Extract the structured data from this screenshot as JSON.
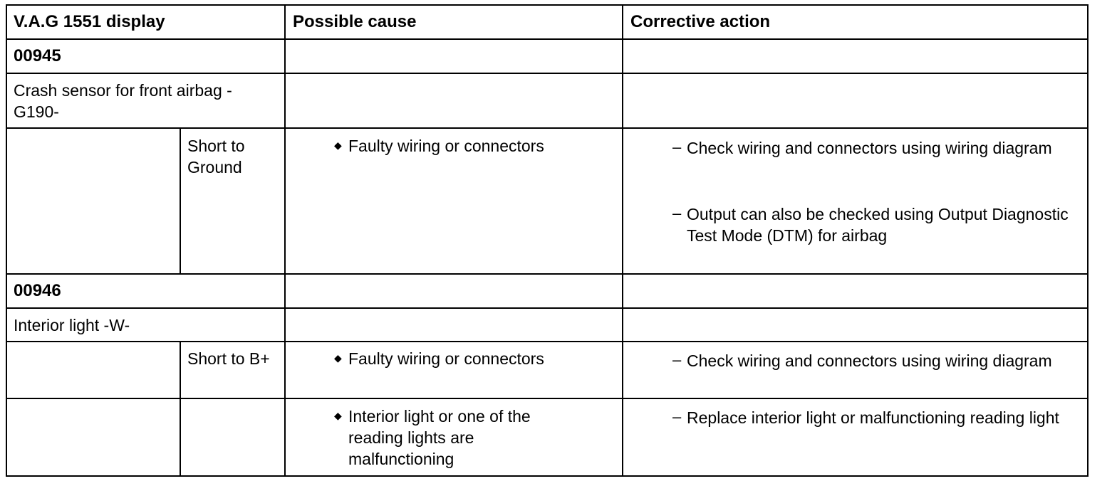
{
  "header": {
    "col1": "V.A.G 1551 display",
    "col2": "Possible cause",
    "col3": "Corrective action"
  },
  "faults": [
    {
      "code": "00945",
      "component": "Crash sensor for front airbag -G190-",
      "rows": [
        {
          "condition": "Short to Ground",
          "cause": "Faulty wiring or connectors",
          "actions": [
            "Check wiring and connectors using wiring diagram",
            "Output can also be checked using Output Diagnostic Test Mode (DTM) for airbag"
          ]
        }
      ]
    },
    {
      "code": "00946",
      "component": "Interior light -W-",
      "rows": [
        {
          "condition": "Short to B+",
          "cause": "Faulty wiring or connectors",
          "actions": [
            "Check wiring and connectors using wiring diagram"
          ]
        },
        {
          "condition": "",
          "cause": "Interior light or one of the reading lights are malfunctioning",
          "actions": [
            "Replace interior light or malfunctioning reading light"
          ]
        }
      ]
    }
  ],
  "icons": {
    "bullet": "diamond-bullet-icon",
    "dash": "dash-icon"
  }
}
